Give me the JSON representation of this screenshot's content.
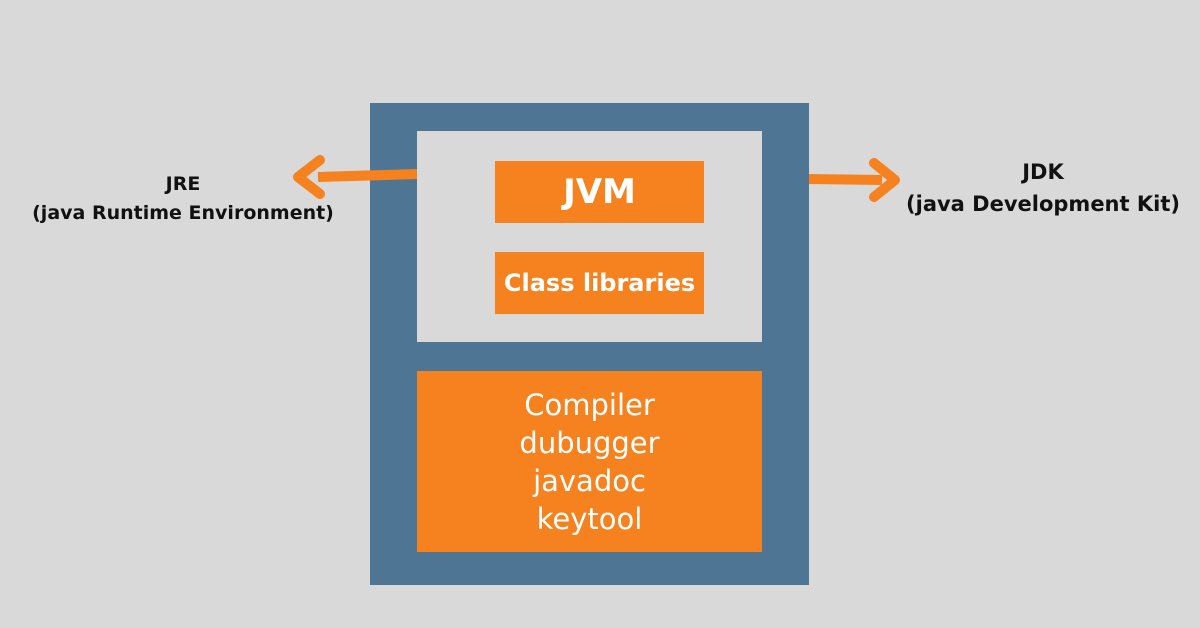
{
  "diagram": {
    "jvm_label": "JVM",
    "class_libraries_label": "Class libraries",
    "tools": [
      "Compiler",
      "dubugger",
      "javadoc",
      "keytool"
    ],
    "jre": {
      "title": "JRE",
      "subtitle": "(java Runtime Environment)"
    },
    "jdk": {
      "title": "JDK",
      "subtitle": "(java Development Kit)"
    }
  },
  "colors": {
    "background": "#d9d9d9",
    "jdk_box": "#4f7595",
    "orange": "#f5821f",
    "text_dark": "#111111",
    "text_light": "#ffffff"
  }
}
